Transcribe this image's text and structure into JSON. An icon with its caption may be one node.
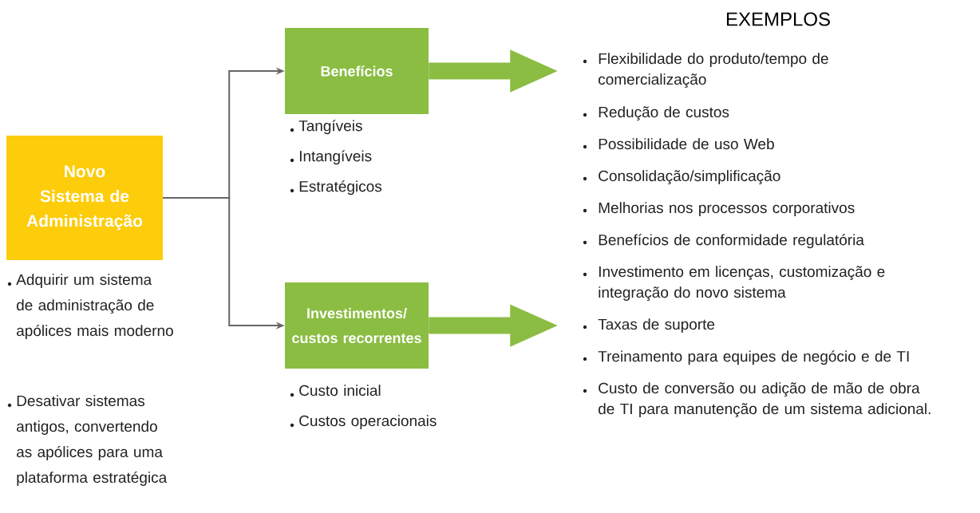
{
  "diagram": {
    "nodes": [
      {
        "text": [
          "Novo Sistema de Administração"
        ],
        "beside": [
          "Adquirir um sistema de administração de apólices mais moderno",
          "Desativar sistemas antigos, convertendo as apólices para uma plataforma estratégica"
        ]
      },
      {
        "text": [
          "Benefícios"
        ],
        "beside": [
          "Tangíveis",
          "Intangíveis",
          "Estratégicos"
        ]
      },
      {
        "text": [
          "Investimentos/ custos recorrentes"
        ],
        "beside": [
          "Custo inicial",
          "Custos operacionais"
        ]
      }
    ],
    "edges": [
      {
        "from": 0,
        "to": 1,
        "arrow": "to"
      },
      {
        "from": 0,
        "to": 2,
        "arrow": "to"
      },
      {
        "from": 1,
        "to": null,
        "arrow": "to",
        "style": "thick",
        "color": "#8bbd43"
      },
      {
        "from": 2,
        "to": null,
        "arrow": "to",
        "style": "thick",
        "color": "#8bbd43"
      }
    ],
    "labels": [
      "EXEMPLOS",
      "Flexibilidade do produto/tempo de comercialização",
      "Redução de custos",
      "Possibilidade de uso Web",
      "Consolidação/simplificação",
      "Melhorias nos processos corporativos",
      "Benefícios de conformidade regulatória",
      "Investimento em licenças, customização e integração do novo sistema",
      "Taxas de suporte",
      "Treinamento para equipes de negócio e de TI",
      "Custo de conversão ou adição de mão de obra de TI para manutenção de um sistema adicional."
    ]
  }
}
